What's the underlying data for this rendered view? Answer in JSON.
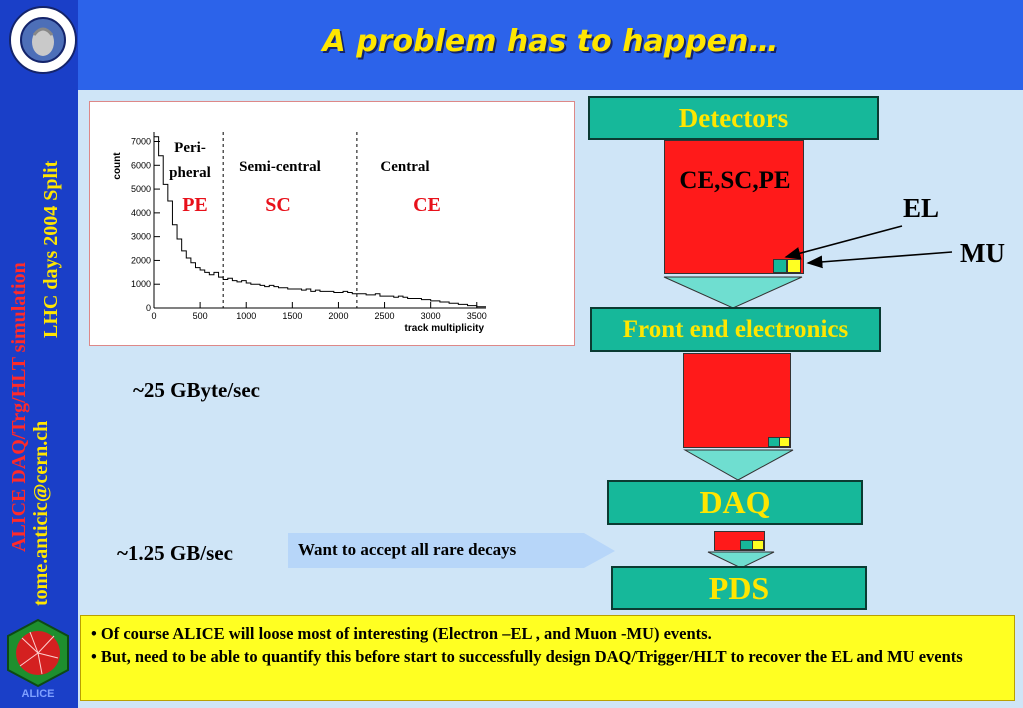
{
  "slide": {
    "title": "A problem has to happen…",
    "sidebar": {
      "line1": "ALICE DAQ/Trg/HLT simulation",
      "line2": "tome.anticic@cern.ch",
      "line3": "LHC days 2004 Split",
      "logo_text": "INSTITUT RUĐER BOŠKOVIĆ",
      "alice_text": "ALICE"
    }
  },
  "chart_data": {
    "type": "histogram",
    "xlabel": "track multiplicity",
    "ylabel": "count",
    "x_ticks": [
      0,
      500,
      1000,
      1500,
      2000,
      2500,
      3000,
      3500
    ],
    "y_ticks": [
      0,
      1000,
      2000,
      3000,
      4000,
      5000,
      6000,
      7000
    ],
    "xlim": [
      0,
      3600
    ],
    "ylim": [
      0,
      7400
    ],
    "bin_width": 50,
    "x": [
      25,
      75,
      125,
      175,
      225,
      275,
      325,
      375,
      425,
      475,
      525,
      575,
      625,
      675,
      725,
      775,
      825,
      875,
      925,
      975,
      1025,
      1075,
      1125,
      1175,
      1225,
      1275,
      1325,
      1375,
      1425,
      1475,
      1525,
      1575,
      1625,
      1675,
      1725,
      1775,
      1825,
      1875,
      1925,
      1975,
      2025,
      2075,
      2125,
      2175,
      2225,
      2275,
      2325,
      2375,
      2425,
      2475,
      2525,
      2575,
      2625,
      2675,
      2725,
      2775,
      2825,
      2875,
      2925,
      2975,
      3025,
      3075,
      3125,
      3175,
      3225,
      3275,
      3325,
      3375,
      3425,
      3475,
      3525,
      3575
    ],
    "values": [
      7200,
      6400,
      5200,
      4500,
      3500,
      2900,
      2400,
      2100,
      1900,
      1700,
      1600,
      1500,
      1400,
      1500,
      1300,
      1200,
      1250,
      1150,
      1100,
      1150,
      1050,
      1000,
      1000,
      950,
      900,
      950,
      900,
      850,
      850,
      800,
      800,
      800,
      750,
      800,
      700,
      750,
      700,
      700,
      700,
      650,
      650,
      700,
      650,
      600,
      600,
      600,
      550,
      550,
      600,
      500,
      500,
      500,
      450,
      500,
      450,
      400,
      400,
      400,
      350,
      350,
      300,
      300,
      250,
      250,
      200,
      200,
      150,
      150,
      100,
      100,
      50,
      50
    ],
    "dividers": [
      750,
      2200
    ],
    "regions": [
      {
        "name": "Peri-",
        "name2": "pheral",
        "abbr": "PE"
      },
      {
        "name": "Semi-central",
        "abbr": "SC"
      },
      {
        "name": "Central",
        "abbr": "CE"
      }
    ]
  },
  "flow": {
    "detectors": "Detectors",
    "detector_content": "CE,SC,PE",
    "el_label": "EL",
    "mu_label": "MU",
    "front_end": "Front end electronics",
    "daq": "DAQ",
    "pds": "PDS",
    "rate1": "~25 GByte/sec",
    "rate2": "~1.25 GB/sec",
    "callout": "Want to accept all rare decays",
    "colors": {
      "teal": "#16b89a",
      "red": "#ff1a1a",
      "yellow_text": "#ffe600"
    }
  },
  "note": {
    "items": [
      "Of course ALICE will loose most of interesting (Electron –EL , and Muon -MU) events.",
      "But, need to be able to quantify this before start  to successfully design DAQ/Trigger/HLT to recover the EL and MU events"
    ]
  }
}
